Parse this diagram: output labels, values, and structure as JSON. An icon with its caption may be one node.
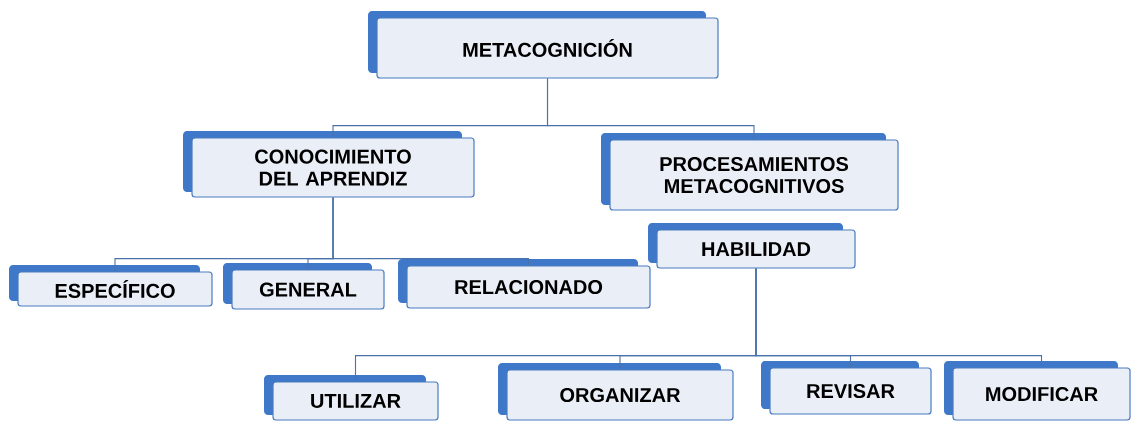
{
  "diagram": {
    "nodes": [
      {
        "text": [
          "METACOGNICIÓN"
        ]
      },
      {
        "text": [
          "CONOCIMIENTO DEL APRENDIZ"
        ]
      },
      {
        "text": [
          "PROCESAMIENTOS METACOGNITIVOS"
        ]
      },
      {
        "text": [
          "HABILIDAD"
        ]
      },
      {
        "text": [
          "ESPECÍFICO"
        ]
      },
      {
        "text": [
          "GENERAL"
        ]
      },
      {
        "text": [
          "RELACIONADO"
        ]
      },
      {
        "text": [
          "UTILIZAR"
        ]
      },
      {
        "text": [
          "ORGANIZAR"
        ]
      },
      {
        "text": [
          "REVISAR"
        ]
      },
      {
        "text": [
          "MODIFICAR"
        ]
      }
    ],
    "edges": [
      {
        "from": 0,
        "to": 1,
        "arrow": "none"
      },
      {
        "from": 0,
        "to": 2,
        "arrow": "none"
      },
      {
        "from": 1,
        "to": 4,
        "arrow": "none"
      },
      {
        "from": 1,
        "to": 5,
        "arrow": "none"
      },
      {
        "from": 1,
        "to": 6,
        "arrow": "none"
      },
      {
        "from": 3,
        "to": 7,
        "arrow": "none"
      },
      {
        "from": 3,
        "to": 8,
        "arrow": "none"
      },
      {
        "from": 3,
        "to": 9,
        "arrow": "none"
      },
      {
        "from": 3,
        "to": 10,
        "arrow": "none"
      }
    ]
  }
}
